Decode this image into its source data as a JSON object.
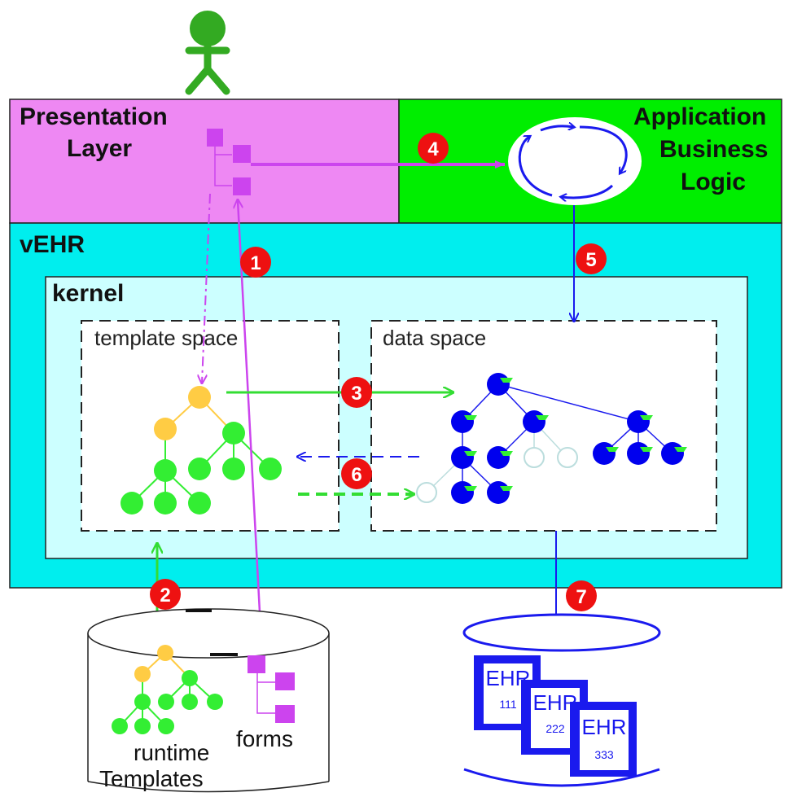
{
  "layers": {
    "presentation": {
      "line1": "Presentation",
      "line2": "Layer"
    },
    "business": {
      "line1": "Application",
      "line2": "Business",
      "line3": "Logic"
    },
    "vehr": "vEHR",
    "kernel": "kernel",
    "template_space": "template space",
    "data_space": "data space"
  },
  "storage": {
    "runtime": "runtime",
    "templates": "Templates",
    "forms": "forms",
    "ehr_cards": [
      {
        "title": "EHR",
        "id": "111"
      },
      {
        "title": "EHR",
        "id": "222"
      },
      {
        "title": "EHR",
        "id": "333"
      }
    ]
  },
  "steps": [
    "1",
    "2",
    "3",
    "4",
    "5",
    "6",
    "7"
  ],
  "colors": {
    "presentation": "#ee88f3",
    "business": "#00ee00",
    "vehr": "#00eeee",
    "kernel": "#ccffff",
    "template_node": "#33ee33",
    "template_root": "#ffcc44",
    "data_node": "#0000ee",
    "form": "#cc44ee",
    "step_badge": "#ee1111"
  }
}
